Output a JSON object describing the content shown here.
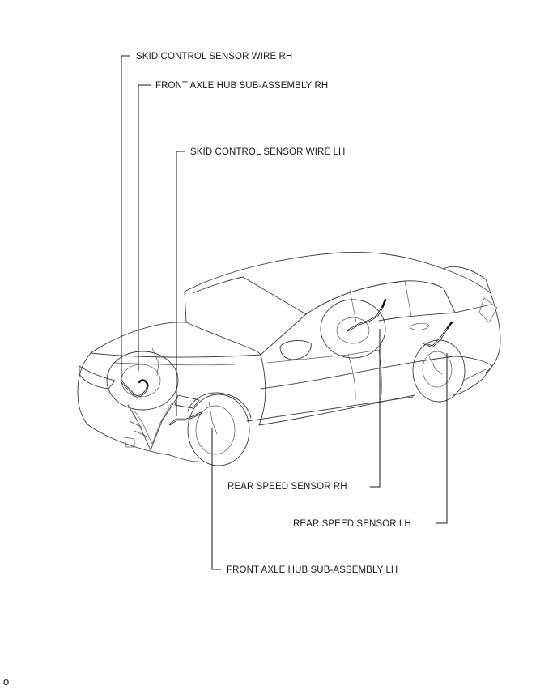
{
  "labels": {
    "skid_control_sensor_wire_rh": "SKID CONTROL SENSOR WIRE RH",
    "front_axle_hub_rh": "FRONT AXLE HUB SUB-ASSEMBLY RH",
    "skid_control_sensor_wire_lh": "SKID CONTROL SENSOR WIRE LH",
    "rear_speed_sensor_rh": "REAR SPEED SENSOR RH",
    "rear_speed_sensor_lh": "REAR SPEED SENSOR LH",
    "front_axle_hub_lh": "FRONT AXLE HUB SUB-ASSEMBLY LH"
  },
  "figure_id": "o"
}
